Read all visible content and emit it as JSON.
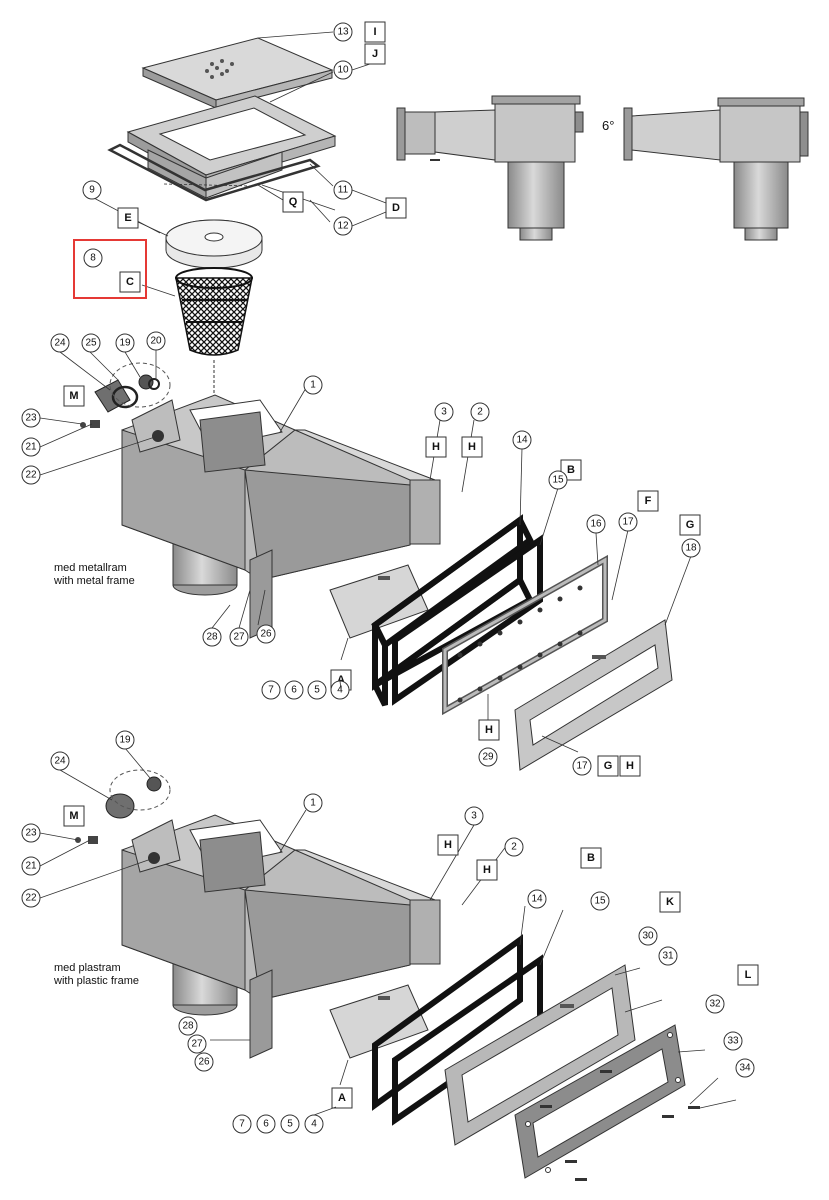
{
  "callouts": {
    "n13": "13",
    "n10": "10",
    "n11": "11",
    "n12": "12",
    "n9": "9",
    "n8": "8",
    "t_n24": "24",
    "t_n25": "25",
    "t_n19": "19",
    "t_n20": "20",
    "t_n23": "23",
    "t_n21": "21",
    "t_n22": "22",
    "t_n1": "1",
    "t_n3": "3",
    "t_n2": "2",
    "t_n14": "14",
    "t_n15": "15",
    "t_n16": "16",
    "t_n17": "17",
    "t_n18": "18",
    "t_n28": "28",
    "t_n27": "27",
    "t_n26": "26",
    "t_n7": "7",
    "t_n6": "6",
    "t_n5": "5",
    "t_n4": "4",
    "t_n29": "29",
    "t_n17b": "17",
    "b_n19": "19",
    "b_n24": "24",
    "b_n23": "23",
    "b_n21": "21",
    "b_n22": "22",
    "b_n1": "1",
    "b_n3": "3",
    "b_n2": "2",
    "b_n14": "14",
    "b_n15": "15",
    "b_n30": "30",
    "b_n31": "31",
    "b_n32": "32",
    "b_n33": "33",
    "b_n34": "34",
    "b_n28": "28",
    "b_n27": "27",
    "b_n26": "26",
    "b_n7": "7",
    "b_n6": "6",
    "b_n5": "5",
    "b_n4": "4"
  },
  "letters": {
    "I": "I",
    "J": "J",
    "Q": "Q",
    "D": "D",
    "E": "E",
    "C": "C",
    "t_M": "M",
    "t_H1": "H",
    "t_H2": "H",
    "t_B": "B",
    "t_F": "F",
    "t_G": "G",
    "t_A": "A",
    "t_H3": "H",
    "t_G2": "G",
    "t_H4": "H",
    "b_M": "M",
    "b_H1": "H",
    "b_H2": "H",
    "b_B": "B",
    "b_K": "K",
    "b_L": "L",
    "b_A": "A"
  },
  "captions": {
    "metal_line1": "med metallram",
    "metal_line2": "with metal frame",
    "plastic_line1": "med plastram",
    "plastic_line2": "with plastic frame"
  },
  "angle_label": "6°",
  "colors": {
    "highlight": "#e53935",
    "metal_light": "#d4d4d4",
    "metal_mid": "#a9a9a9",
    "metal_dark": "#7a7a7a",
    "gasket": "#111111",
    "lid": "#efefef"
  }
}
